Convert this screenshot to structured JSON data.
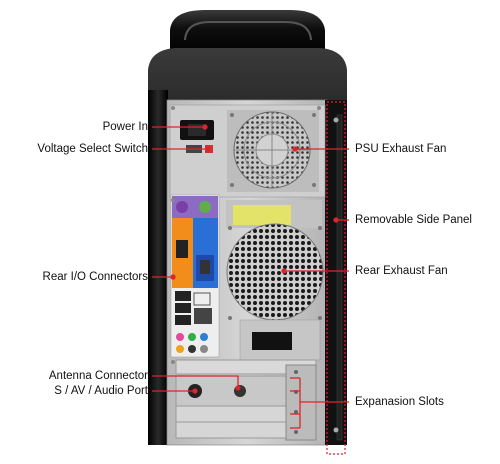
{
  "diagram": {
    "labels_left": [
      {
        "key": "power_in",
        "text": "Power In"
      },
      {
        "key": "voltage_switch",
        "text": "Voltage Select Switch"
      },
      {
        "key": "rear_io",
        "text": "Rear I/O Connectors"
      },
      {
        "key": "antenna",
        "text": "Antenna Connector"
      },
      {
        "key": "s_av_audio",
        "text": "S / AV / Audio Port"
      }
    ],
    "labels_right": [
      {
        "key": "psu_fan",
        "text": "PSU Exhaust Fan"
      },
      {
        "key": "side_panel",
        "text": "Removable Side Panel"
      },
      {
        "key": "rear_fan",
        "text": "Rear Exhaust Fan"
      },
      {
        "key": "expansion",
        "text": "Expanasion Slots"
      }
    ],
    "colors": {
      "callout": "#d9262c",
      "case_body": "#1c1c1c",
      "back_plate": "#c9c9c9",
      "io_blue": "#2a6fd6",
      "io_orange": "#f28c1a",
      "io_purple": "#7a3fa8",
      "sticker": "#e3e36a"
    }
  }
}
